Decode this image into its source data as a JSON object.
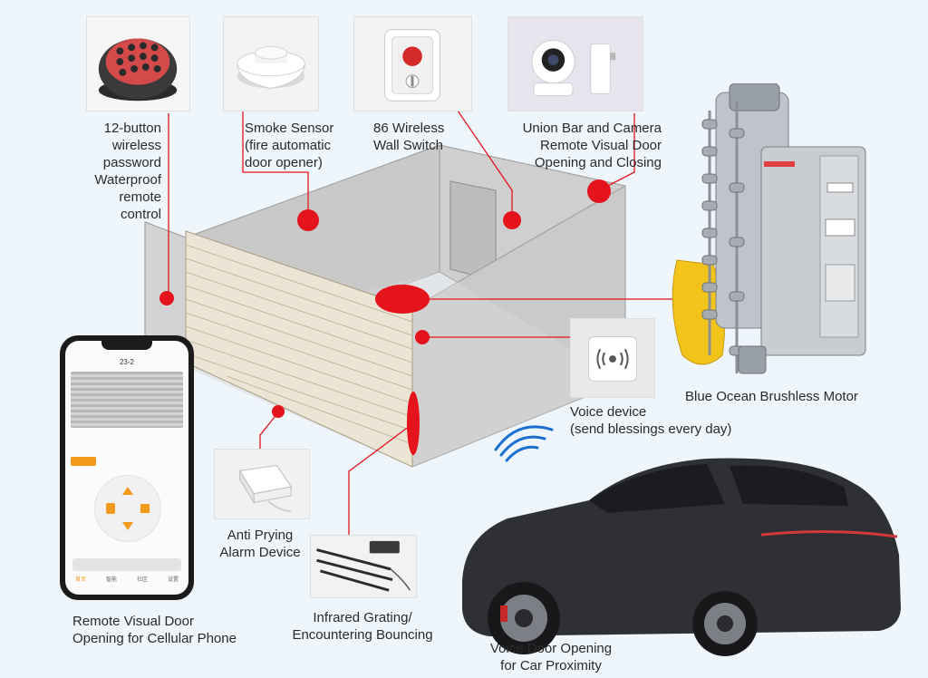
{
  "labels": {
    "keypad": "12-button\nwireless\npassword\nWaterproof\nremote\ncontrol",
    "smoke_sensor": "Smoke Sensor\n(fire automatic\ndoor opener)",
    "wall_switch": "86 Wireless\nWall Switch",
    "camera": "Union Bar and Camera\nRemote Visual Door\nOpening and Closing",
    "motor": "Blue Ocean Brushless Motor",
    "voice_device": "Voice device\n(send blessings every day)",
    "anti_prying": "Anti Prying\nAlarm Device",
    "infrared": "Infrared Grating/\nEncountering Bouncing",
    "phone": "Remote Visual Door\nOpening for Cellular Phone",
    "car": "Voice Door Opening\nfor Car Proximity"
  },
  "phone_screen": {
    "title": "23-2",
    "tabs": [
      "首页",
      "智能",
      "社区",
      "设置"
    ]
  },
  "colors": {
    "accent_red": "#e5131b",
    "background": "#eef5fb",
    "phone_accent": "#f39a1c",
    "wifi_blue": "#1a6fd0"
  },
  "icons": [
    "keypad-icon",
    "smoke-detector-icon",
    "wall-switch-icon",
    "camera-icon",
    "motor-icon",
    "speaker-icon",
    "sensor-icon",
    "infrared-bar-icon",
    "phone-icon",
    "car-icon",
    "wifi-signal-icon"
  ]
}
